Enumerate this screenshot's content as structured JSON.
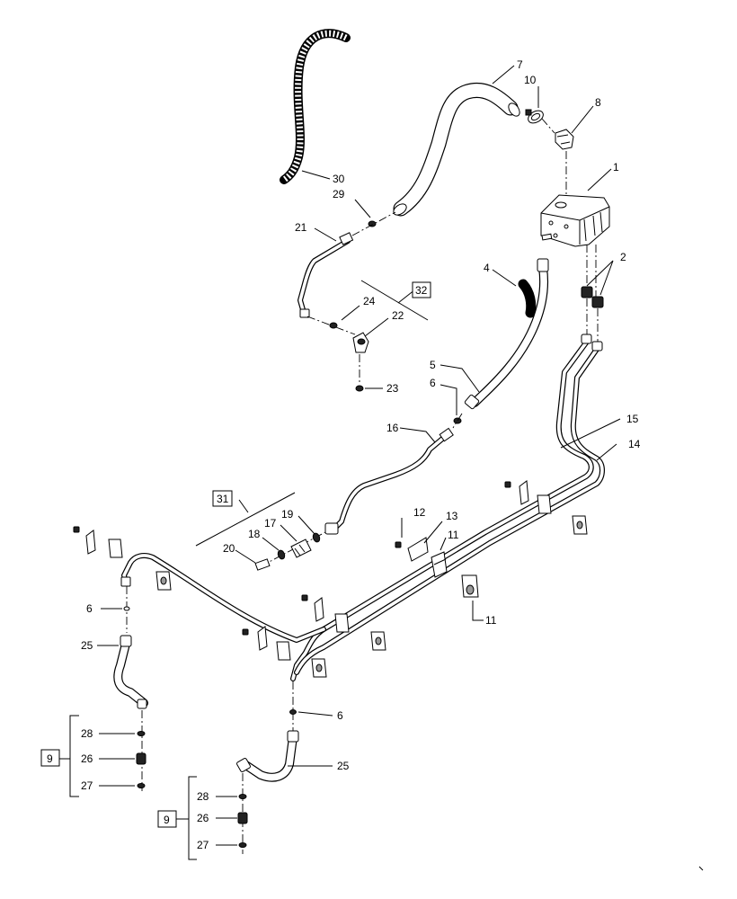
{
  "callouts": {
    "c1": "1",
    "c2": "2",
    "c4": "4",
    "c5": "5",
    "c6a": "6",
    "c6b": "6",
    "c6c": "6",
    "c7": "7",
    "c8": "8",
    "c10": "10",
    "c11a": "11",
    "c11b": "11",
    "c12": "12",
    "c13": "13",
    "c14": "14",
    "c15": "15",
    "c16": "16",
    "c17": "17",
    "c18": "18",
    "c19": "19",
    "c20": "20",
    "c21": "21",
    "c22": "22",
    "c23": "23",
    "c24": "24",
    "c25a": "25",
    "c25b": "25",
    "c26a": "26",
    "c26b": "26",
    "c27a": "27",
    "c27b": "27",
    "c28a": "28",
    "c28b": "28",
    "c29": "29",
    "c30": "30"
  },
  "kits": {
    "k31": "31",
    "k32": "32",
    "k9a": "9",
    "k9b": "9"
  }
}
